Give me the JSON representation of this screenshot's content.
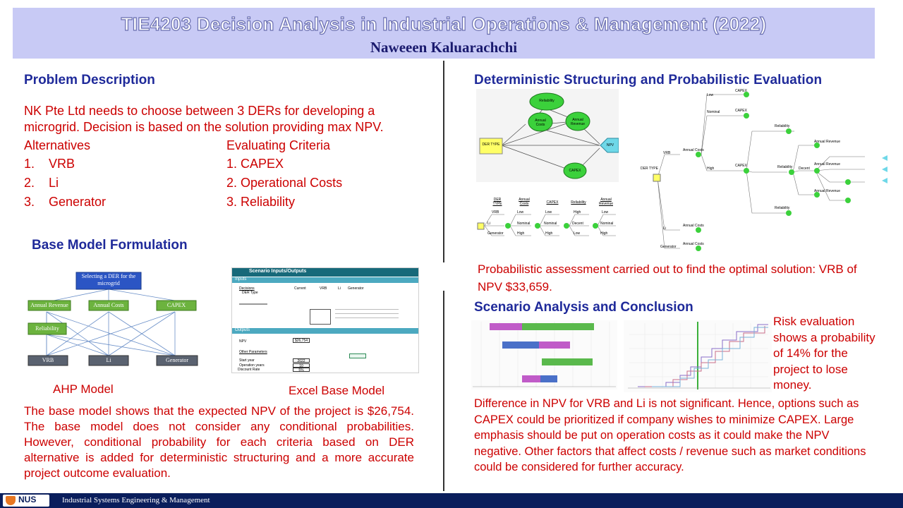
{
  "header": {
    "title": "TIE4203 Decision Analysis in Industrial Operations & Management (2022)",
    "author": "Naweeen Kaluarachchi"
  },
  "problem": {
    "heading": "Problem Description",
    "text": "NK Pte Ltd needs to choose between 3 DERs for developing a microgrid. Decision is based on the solution providing max NPV.",
    "alternatives_heading": "Alternatives",
    "alternatives": [
      {
        "num": "1.",
        "label": "VRB"
      },
      {
        "num": "2.",
        "label": "Li"
      },
      {
        "num": "3.",
        "label": "Generator"
      }
    ],
    "criteria_heading": "Evaluating Criteria",
    "criteria": [
      "1. CAPEX",
      "2. Operational Costs",
      "3. Reliability"
    ]
  },
  "base_model": {
    "heading": "Base Model Formulation",
    "ahp_caption": "AHP Model",
    "excel_caption": "Excel Base Model",
    "text": "The base model shows that the expected NPV of the project is $26,754. The base model does not consider any conditional probabilities. However, conditional probability for each criteria based on DER alternative is added for deterministic structuring and a more accurate project outcome evaluation.",
    "ahp": {
      "goal": "Selecting a DER for the microgrid",
      "criteria": [
        "Annual Revenue",
        "Annual Costs",
        "CAPEX"
      ],
      "sub": "Reliability",
      "alternatives": [
        "VRB",
        "Li",
        "Generator"
      ]
    },
    "excel": {
      "title": "Scenario Inputs/Outputs",
      "inputs_label": "Inputs",
      "outputs_label": "Outputs",
      "decisions": "Decisions",
      "der_type": "DER Type",
      "current": "Current",
      "cols": [
        "VRB",
        "Li",
        "Generator"
      ],
      "npv_label": "NPV",
      "npv_value": "$26,754",
      "other_params": "Other Parameters",
      "start_year": "Start year",
      "start_year_val": "2022",
      "op_years": "Operation years",
      "op_years_val": "10",
      "discount": "Discount Rate",
      "discount_val": "5%"
    }
  },
  "deterministic": {
    "heading": "Deterministic  Structuring  and  Probabilistic  Evaluation",
    "text": "Probabilistic assessment carried out to find the optimal solution: VRB of NPV $33,659.",
    "influence": {
      "nodes": [
        "Reliability",
        "Annual Costs",
        "Annual Revenue",
        "DER TYPE",
        "NPV",
        "CAPEX"
      ]
    },
    "table_headers": [
      "DER TYPE",
      "Annual Costs",
      "CAPEX",
      "Reliability",
      "Annual Revenue"
    ],
    "table_rows": [
      [
        "VRB",
        "Low",
        "Low",
        "High",
        "Low"
      ],
      [
        "Li",
        "Nominal",
        "Nominal",
        "Decent",
        "Nominal"
      ],
      [
        "Generator",
        "High",
        "High",
        "Low",
        "High"
      ]
    ],
    "tree_labels": {
      "root": "DER TYPE",
      "vrb": "VRB",
      "li": "Li",
      "generator": "Generator",
      "low": "Low",
      "nominal": "Nominal",
      "high": "High",
      "decent": "Decent",
      "capex": "CAPEX",
      "annual_costs": "Annual Costs",
      "reliability": "Reliability",
      "annual_revenue": "Annual Revenue"
    }
  },
  "scenario": {
    "heading": "Scenario Analysis  and Conclusion",
    "risk_text": "Risk evaluation shows a probability of 14% for the project to lose money.",
    "conclusion": "Difference in NPV for VRB and Li is not significant. Hence, options such as CAPEX could be prioritized if company wishes to minimize CAPEX. Large emphasis should be put on operation costs as it could make the NPV negative. Other factors that affect costs / revenue such as market conditions could be considered for further accuracy."
  },
  "footer": {
    "logo": "NUS",
    "dept": "Industrial Systems Engineering & Management"
  },
  "colors": {
    "heading_blue": "#1f2a9a",
    "body_red": "#cc0000",
    "header_bg": "#c8caf5",
    "footer_bg": "#0a1e5c",
    "node_green": "#3bd13b"
  }
}
